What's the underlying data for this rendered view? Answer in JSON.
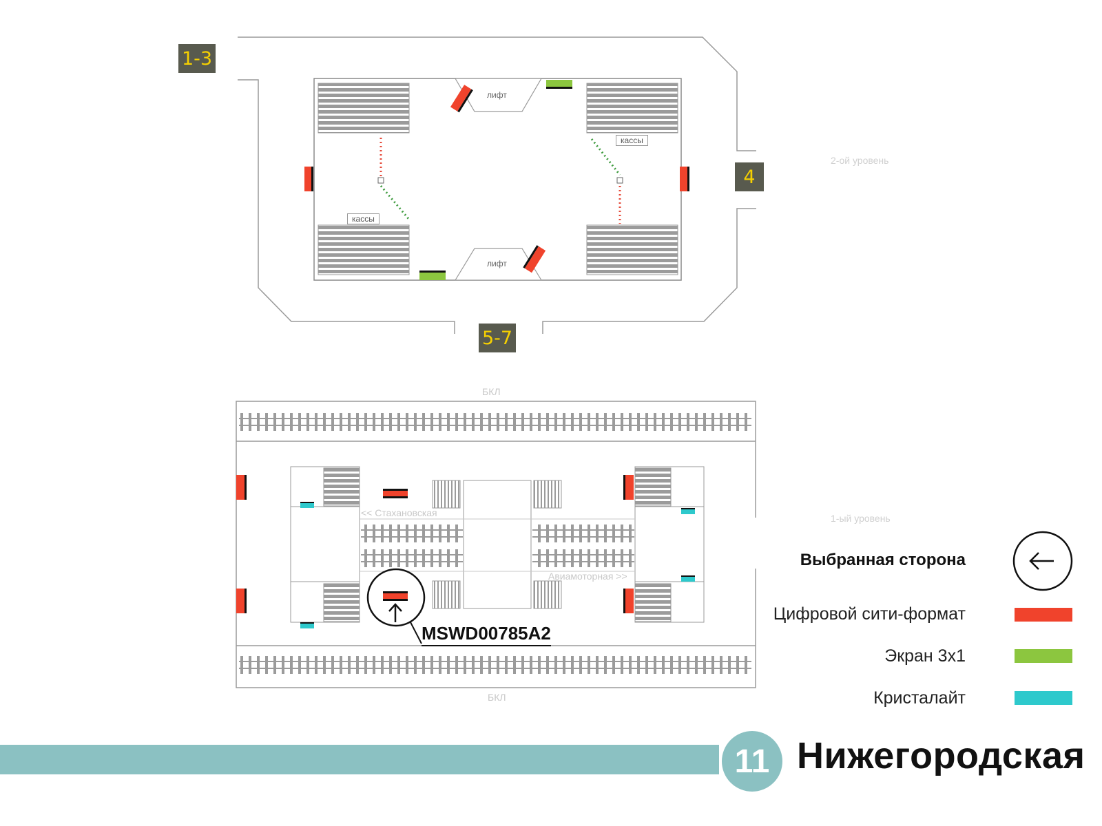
{
  "exits": {
    "north_west": "1-3",
    "east": "4",
    "south": "5-7"
  },
  "levels": {
    "upper": "2-ой уровень",
    "lower": "1-ый уровень"
  },
  "labels": {
    "lift": "лифт",
    "kassy": "кассы",
    "bkl_top": "БКЛ",
    "bkl_bottom": "БКЛ",
    "dir_left": "<< Стахановская",
    "dir_right": "Авиамоторная >>"
  },
  "ad_code": "MSWD00785A2",
  "legend": {
    "selected_side": "Выбранная сторона",
    "items": [
      {
        "label": "Цифровой сити-формат",
        "color": "#f0432c"
      },
      {
        "label": "Экран 3х1",
        "color": "#8cc63f"
      },
      {
        "label": "Кристалайт",
        "color": "#2ec9cc"
      }
    ]
  },
  "station": {
    "line_number": "11",
    "name": "Нижегородская",
    "line_color": "#8bc1c2"
  },
  "colors": {
    "red": "#f0432c",
    "green": "#8cc63f",
    "cyan": "#2ec9cc",
    "badge": "#585a4e"
  }
}
